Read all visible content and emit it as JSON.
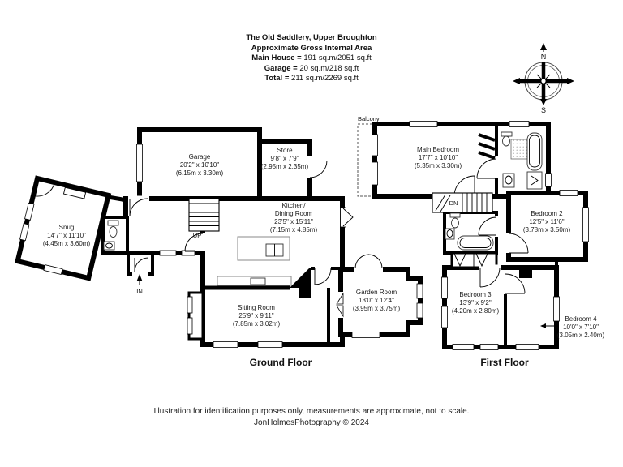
{
  "title_block": {
    "line1": "The Old Saddlery, Upper Broughton",
    "line2": "Approximate Gross Internal Area",
    "line3_label": "Main House = ",
    "line3_value": "191 sq.m/2051 sq.ft",
    "line4_label": "Garage = ",
    "line4_value": "20 sq.m/218 sq.ft",
    "line5_label": "Total = ",
    "line5_value": "211 sq.m/2269 sq.ft"
  },
  "compass": {
    "north": "N",
    "south": "S"
  },
  "floor_labels": {
    "ground": "Ground Floor",
    "first": "First Floor"
  },
  "annotations": {
    "up": "UP",
    "down": "DN",
    "in": "IN",
    "balcony": "Balcony"
  },
  "rooms": {
    "garage": {
      "name": "Garage",
      "imperial": "20'2\" x 10'10\"",
      "metric": "(6.15m x 3.30m)"
    },
    "store": {
      "name": "Store",
      "imperial": "9'8\" x 7'9\"",
      "metric": "(2.95m x 2.35m)"
    },
    "snug": {
      "name": "Snug",
      "imperial": "14'7\" x 11'10\"",
      "metric": "(4.45m x 3.60m)"
    },
    "kitchen": {
      "name1": "Kitchen/",
      "name2": "Dining Room",
      "imperial": "23'5\" x 15'11\"",
      "metric": "(7.15m x 4.85m)"
    },
    "sitting": {
      "name": "Sitting Room",
      "imperial": "25'9\" x 9'11\"",
      "metric": "(7.85m x 3.02m)"
    },
    "garden": {
      "name": "Garden Room",
      "imperial": "13'0\" x 12'4\"",
      "metric": "(3.95m x 3.75m)"
    },
    "main_bedroom": {
      "name": "Main Bedroom",
      "imperial": "17'7\" x 10'10\"",
      "metric": "(5.35m x 3.30m)"
    },
    "bedroom2": {
      "name": "Bedroom 2",
      "imperial": "12'5\" x 11'6\"",
      "metric": "(3.78m x 3.50m)"
    },
    "bedroom3": {
      "name": "Bedroom 3",
      "imperial": "13'9\" x 9'2\"",
      "metric": "(4.20m x 2.80m)"
    },
    "bedroom4": {
      "name": "Bedroom 4",
      "imperial": "10'0\" x 7'10\"",
      "metric": "(3.05m x 2.40m)"
    }
  },
  "footer": {
    "line1": "Illustration for identification purposes only, measurements are approximate, not to scale.",
    "line2": "JonHolmesPhotography © 2024"
  },
  "colors": {
    "walls": "#000000",
    "background": "#ffffff",
    "text": "#1a1a1a"
  }
}
